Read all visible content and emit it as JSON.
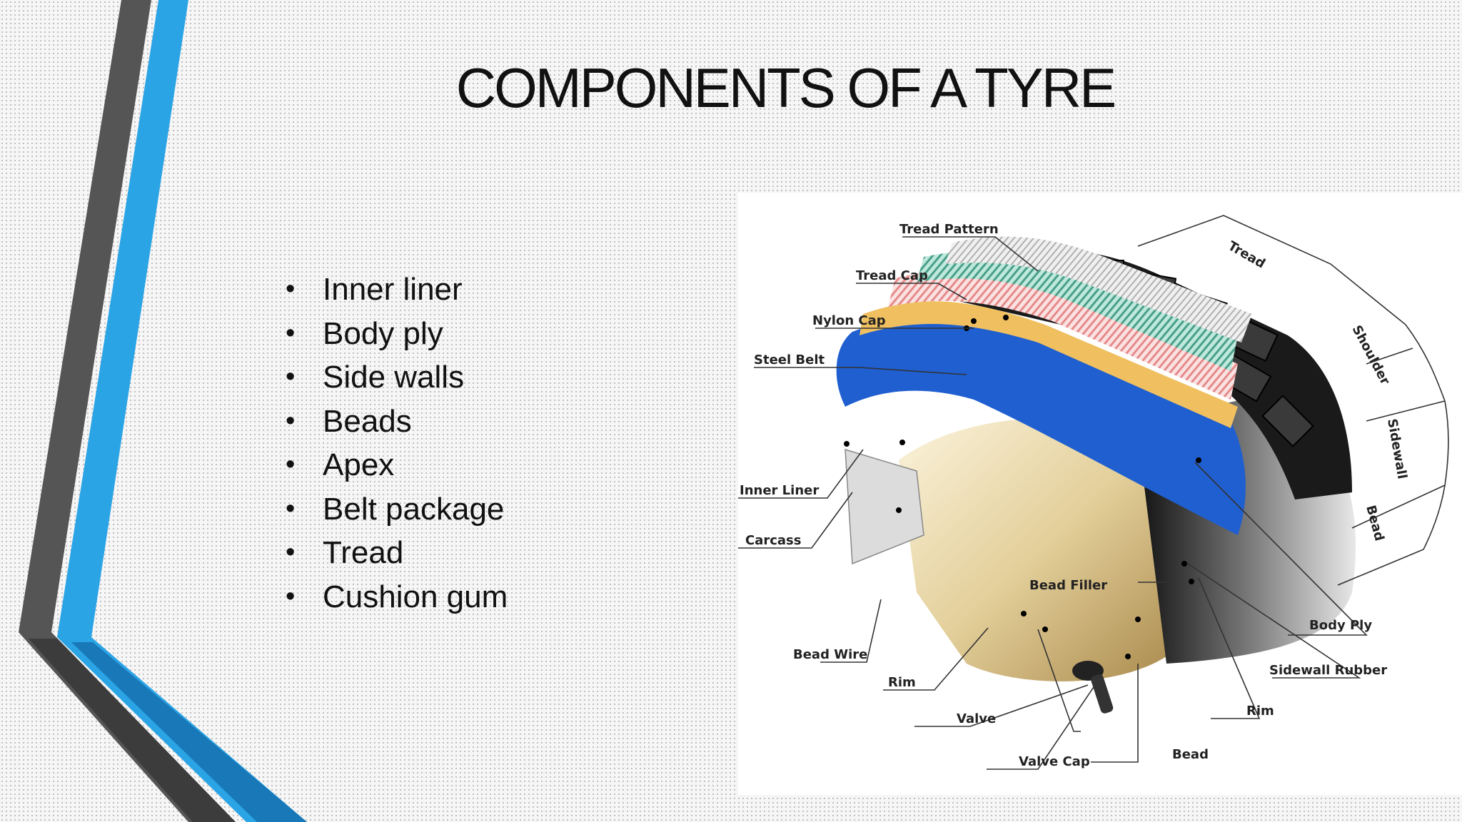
{
  "slide": {
    "title": "COMPONENTS OF A TYRE",
    "bullet_glyph": "•",
    "bullets": [
      "Inner liner",
      "Body ply",
      "Side walls",
      "Beads",
      "Apex",
      "Belt package",
      "Tread",
      "Cushion gum"
    ]
  },
  "diagram": {
    "labels": {
      "tread_pattern": "Tread Pattern",
      "tread_cap": "Tread Cap",
      "nylon_cap": "Nylon Cap",
      "steel_belt": "Steel Belt",
      "inner_liner": "Inner Liner",
      "carcass": "Carcass",
      "bead_filler": "Bead Filler",
      "bead_wire": "Bead Wire",
      "rim_left": "Rim",
      "valve": "Valve",
      "valve_cap": "Valve Cap",
      "bead": "Bead",
      "rim_right": "Rim",
      "sidewall_rubber": "Sidewall Rubber",
      "body_ply": "Body Ply",
      "tread": "Tread",
      "shoulder": "Shoulder",
      "sidewall": "Sidewall",
      "bead_zone": "Bead"
    }
  },
  "colors": {
    "accent_blue": "#2b9fe0",
    "accent_dark": "#4a4a4a",
    "ply_blue": "#1f5fd0",
    "apex_yellow": "#f0c060",
    "belt_pink": "#f4b8b8",
    "steel_green": "#8fd3c0"
  }
}
